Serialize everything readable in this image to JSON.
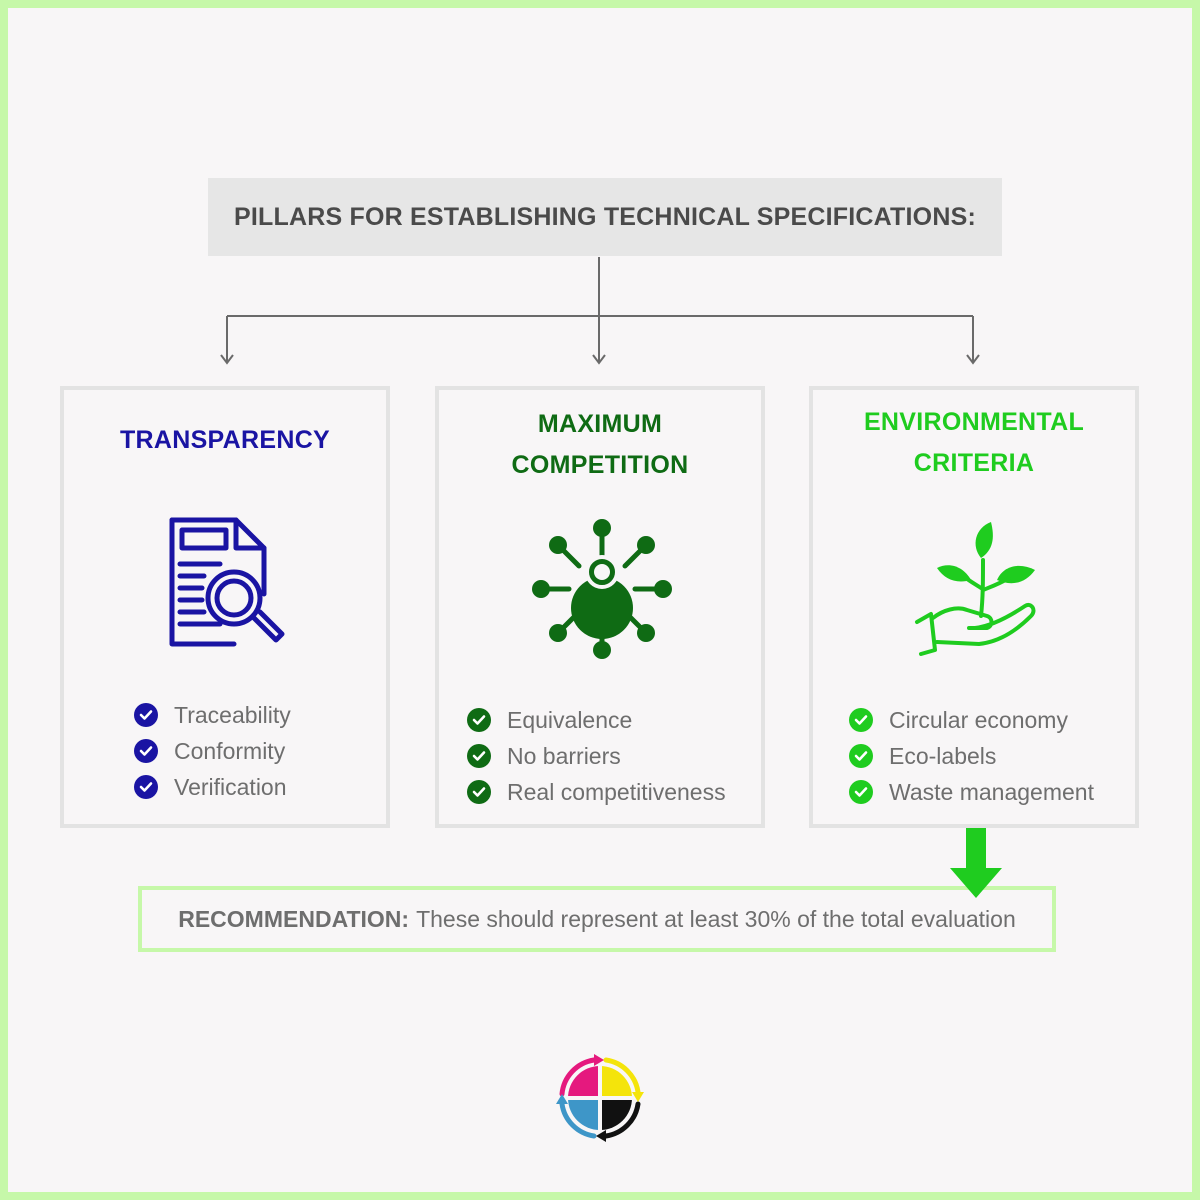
{
  "header": {
    "title": "PILLARS FOR ESTABLISHING TECHNICAL SPECIFICATIONS:"
  },
  "pillars": [
    {
      "title_line1": "TRANSPARENCY",
      "title_line2": "",
      "color": "#1a14a3",
      "icon": "document-search-icon",
      "items": [
        "Traceability",
        "Conformity",
        "Verification"
      ]
    },
    {
      "title_line1": "MAXIMUM",
      "title_line2": "COMPETITION",
      "color": "#0f6b14",
      "icon": "network-person-icon",
      "items": [
        "Equivalence",
        "No barriers",
        "Real competitiveness"
      ]
    },
    {
      "title_line1": "ENVIRONMENTAL",
      "title_line2": "CRITERIA",
      "color": "#1fcc1f",
      "icon": "plant-in-hand-icon",
      "items": [
        "Circular economy",
        "Eco-labels",
        "Waste management"
      ]
    }
  ],
  "recommendation": {
    "label": "RECOMMENDATION:",
    "text": "These should represent at least 30% of the total evaluation"
  },
  "colors": {
    "frame": "#c6f8a9",
    "connector": "#6a6a6a",
    "arrow": "#1fcc1f",
    "logo_magenta": "#e5197e",
    "logo_yellow": "#f4e40b",
    "logo_cyan": "#3e96c8",
    "logo_black": "#111111"
  }
}
